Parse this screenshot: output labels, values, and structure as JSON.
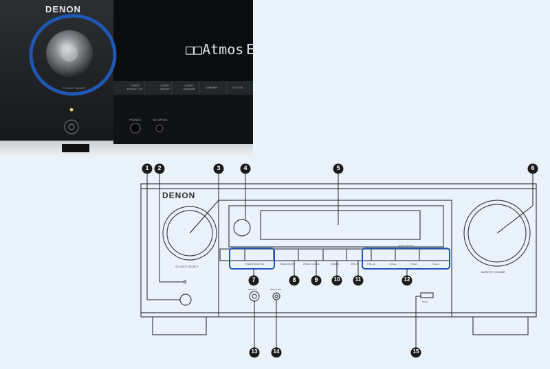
{
  "photo": {
    "brand": "DENON",
    "display_text": "□□Atmos",
    "display_trail": "E",
    "knob_label": "SOURCE SELECT",
    "buttons": [
      "TUNER PRESET CH",
      "ZONE2 ON/OFF",
      "ZONE2 SOURCE",
      "DIMMER",
      "STATUS"
    ],
    "jacks": [
      "PHONES",
      "SETUP MIC"
    ],
    "highlight_color": "#1f57b5"
  },
  "diagram": {
    "brand": "DENON",
    "source_select_label": "SOURCE SELECT",
    "master_volume_label": "MASTER VOLUME",
    "tuner_label": "TUNER PRESET CH",
    "zone2_onoff_label": "ZONE2 ON/OFF",
    "zone2_source_label": "ZONE2 SOURCE",
    "dimmer_label": "DIMMER",
    "status_label": "STATUS",
    "quick_select_label": "QUICK SELECT",
    "quick_select_buttons": [
      "1 Blu-ray",
      "2 Movie",
      "3 Music",
      "4 Game"
    ],
    "phones_label": "PHONES",
    "setup_mic_label": "SETUP MIC",
    "usb_label": "5V/1A",
    "callouts": [
      "1",
      "2",
      "3",
      "4",
      "5",
      "6",
      "7",
      "8",
      "9",
      "10",
      "11",
      "12",
      "13",
      "14",
      "15"
    ]
  }
}
